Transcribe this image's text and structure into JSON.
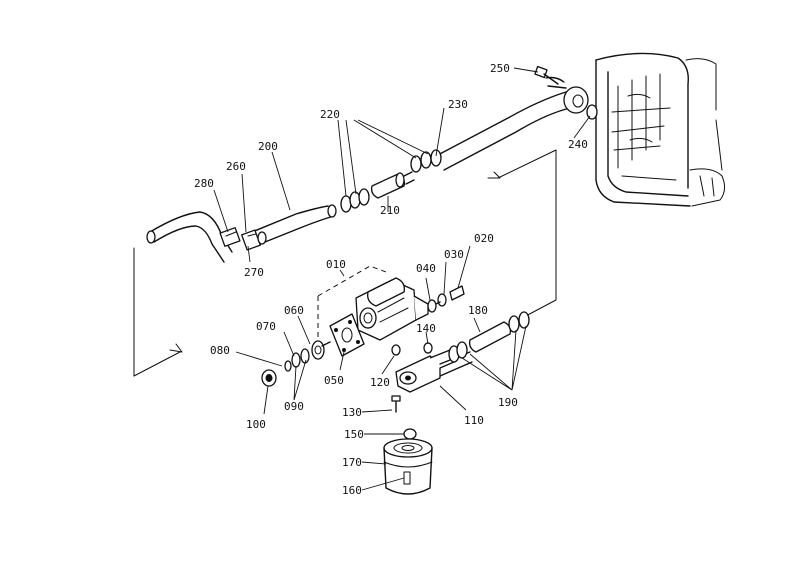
{
  "parts": {
    "p010": "010",
    "p020": "020",
    "p030": "030",
    "p040": "040",
    "p050": "050",
    "p060": "060",
    "p070": "070",
    "p080": "080",
    "p090": "090",
    "p100": "100",
    "p110": "110",
    "p120": "120",
    "p130": "130",
    "p140": "140",
    "p150": "150",
    "p160": "160",
    "p170": "170",
    "p180": "180",
    "p190": "190",
    "p200": "200",
    "p210": "210",
    "p220": "220",
    "p230": "230",
    "p240": "240",
    "p250": "250",
    "p260": "260",
    "p270": "270",
    "p280": "280"
  }
}
